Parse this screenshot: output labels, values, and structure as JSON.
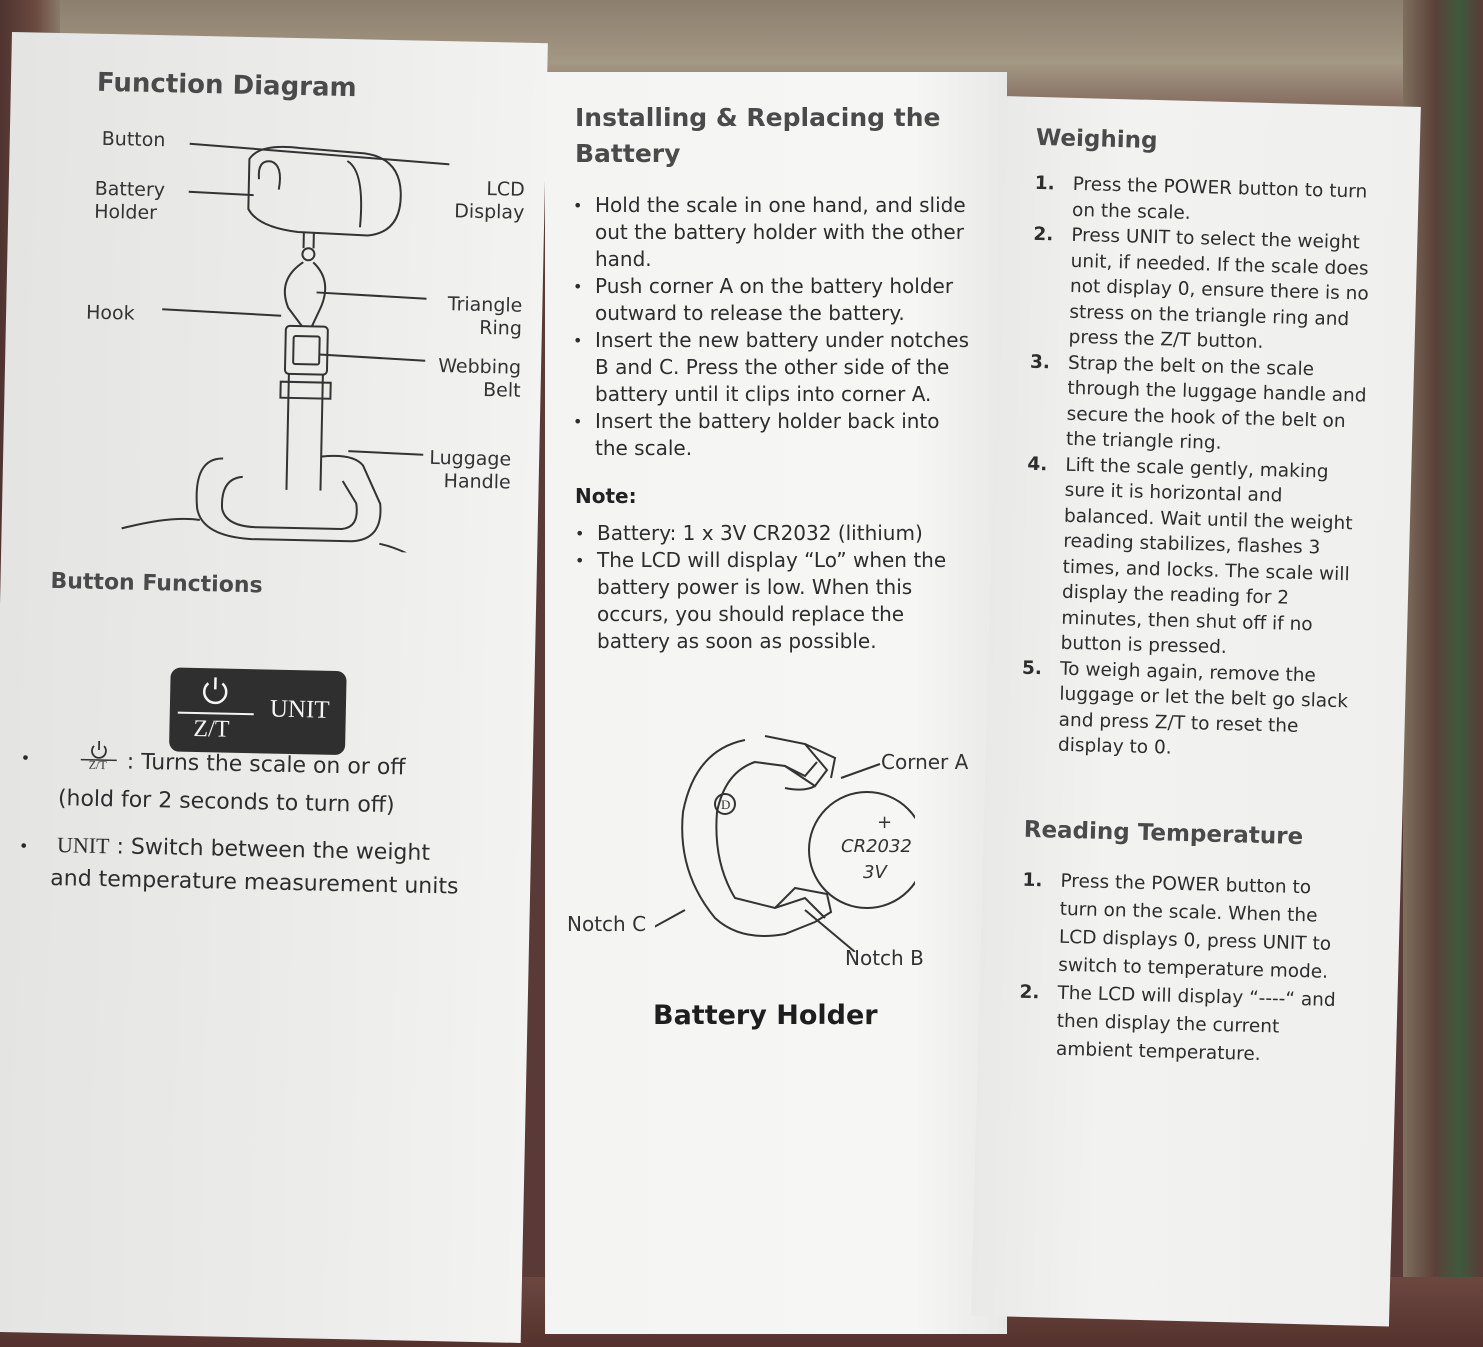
{
  "panel1": {
    "title": "Function Diagram",
    "labels": {
      "button": "Button",
      "battery_holder_1": "Battery",
      "battery_holder_2": "Holder",
      "hook": "Hook",
      "lcd_1": "LCD",
      "lcd_2": "Display",
      "triangle_1": "Triangle",
      "triangle_2": "Ring",
      "webbing_1": "Webbing",
      "webbing_2": "Belt",
      "luggage_1": "Luggage",
      "luggage_2": "Handle"
    },
    "button_functions_title": "Button Functions",
    "button_panel": {
      "zt": "Z/T",
      "unit": "UNIT"
    },
    "bullets": {
      "power_icon_label": "Z/T",
      "power_text_1": ": Turns the scale on or off",
      "power_text_2": "(hold for 2  seconds to turn off)",
      "unit_label": "UNIT",
      "unit_text_1": " : Switch between the weight",
      "unit_text_2": "and temperature measurement units"
    }
  },
  "panel2": {
    "title_1": "Installing & Replacing the",
    "title_2": "Battery",
    "steps": [
      "Hold the scale in one hand, and slide out the battery holder with the other hand.",
      "Push corner A on the battery holder outward to release the battery.",
      "Insert the new battery under notches B and C. Press the other side of the battery until it clips into corner A.",
      "Insert the battery holder back into the scale."
    ],
    "note_title": "Note:",
    "notes": [
      "Battery: 1 x 3V CR2032 (lithium)",
      "The LCD will display “Lo” when the battery power is low. When this occurs, you should replace the battery as soon as possible."
    ],
    "diagram": {
      "corner_a": "Corner A",
      "notch_b": "Notch B",
      "notch_c": "Notch C",
      "plus": "+",
      "battery_model": "CR2032",
      "battery_voltage": "3V",
      "marker": "D",
      "caption": "Battery Holder"
    }
  },
  "panel3": {
    "weighing_title": "Weighing",
    "weighing_steps": [
      {
        "n": "1.",
        "text": "Press the POWER button to turn on the scale."
      },
      {
        "n": "2.",
        "text": "Press UNIT to select the weight unit, if needed. If the scale does not display 0, ensure there is no stress on the triangle ring and press the Z/T button."
      },
      {
        "n": "3.",
        "text": "Strap the belt on the scale through the luggage handle and secure the hook of the belt on the triangle ring."
      },
      {
        "n": "4.",
        "text": "Lift the scale gently, making sure it is horizontal and balanced. Wait until the weight reading stabilizes, flashes 3 times, and locks. The scale will display the reading for 2 minutes, then shut off if no button is pressed."
      },
      {
        "n": "5.",
        "text": "To weigh again, remove the luggage or let the belt go slack and press Z/T to reset the display to 0."
      }
    ],
    "temp_title": "Reading Temperature",
    "temp_steps": [
      {
        "n": "1.",
        "text": "Press the POWER button to turn on the scale. When the LCD displays 0, press UNIT to switch to temperature mode."
      },
      {
        "n": "2.",
        "text": "The LCD will display “----“ and then display the current ambient temperature."
      }
    ]
  }
}
